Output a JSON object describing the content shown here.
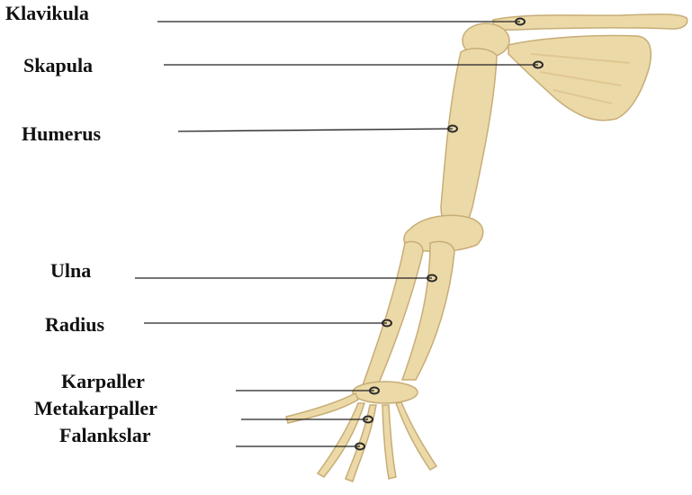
{
  "figure": {
    "background": "#ffffff",
    "bone_color": "#ecd9a8",
    "bone_outline": "#c7ad76",
    "bone_shade": "#e0c792",
    "leader_color": "#222222",
    "marker_color": "#2b2b2b"
  },
  "labels": [
    {
      "id": "klavikula",
      "text": "Klavikula"
    },
    {
      "id": "skapula",
      "text": "Skapula"
    },
    {
      "id": "humerus",
      "text": "Humerus"
    },
    {
      "id": "ulna",
      "text": "Ulna"
    },
    {
      "id": "radius",
      "text": "Radius"
    },
    {
      "id": "karpaller",
      "text": "Karpaller"
    },
    {
      "id": "metakarpaller",
      "text": "Metakarpaller"
    },
    {
      "id": "falankslar",
      "text": "Falankslar"
    }
  ]
}
